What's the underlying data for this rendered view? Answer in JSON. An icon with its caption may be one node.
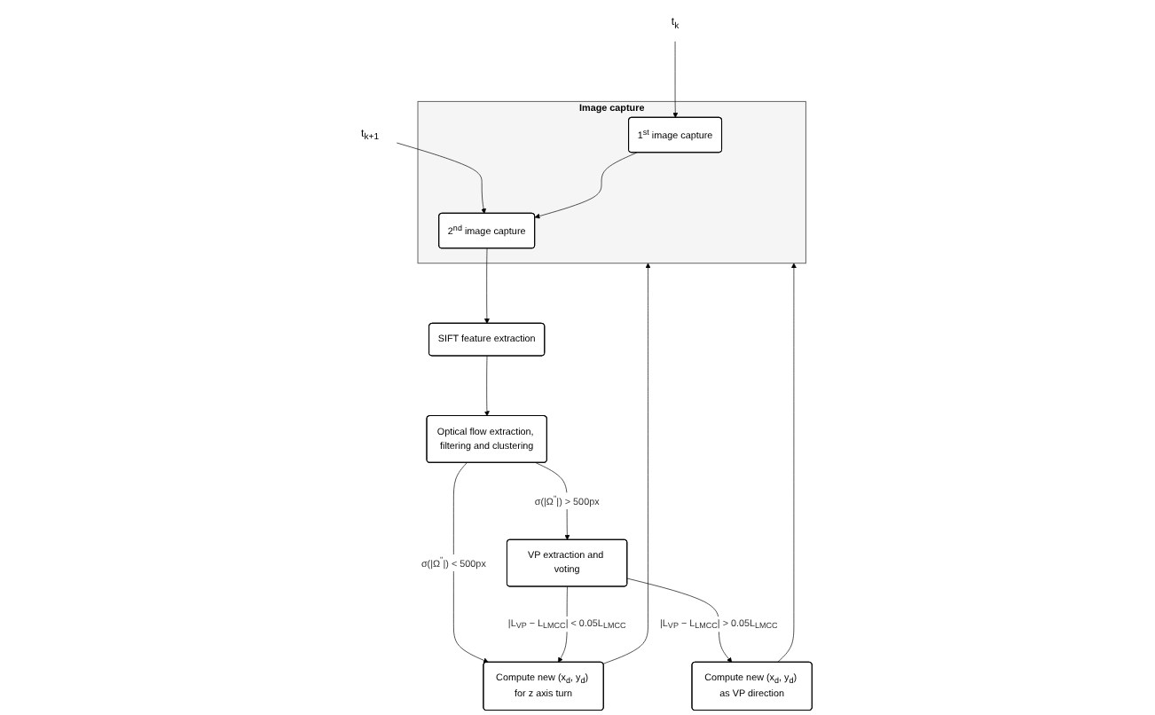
{
  "diagram": {
    "nodes": [
      {
        "text": [
          "Image capture"
        ]
      },
      {
        "text": [
          "1$^{st}$ image capture"
        ],
        "in": 0
      },
      {
        "text": [
          "2$^{nd}$ image capture"
        ],
        "in": 0
      },
      {
        "text": [
          "Compute new (x$_{d}$, y$_{d}$) for z axis turn"
        ]
      },
      {
        "text": [
          "SIFT feature extraction"
        ]
      },
      {
        "text": [
          "Optical flow extraction, filtering and clustering"
        ]
      },
      {
        "text": [
          "VP extraction and voting"
        ]
      },
      {
        "text": [
          "Compute new (x$_{d}$, y$_{d}$) as VP direction"
        ]
      },
      {
        "text": [
          "t$_{k}$"
        ]
      },
      {
        "text": [
          "t$_{k+1}$"
        ]
      }
    ],
    "edges": [
      {
        "from": 8,
        "to": 1,
        "arrow": "to"
      },
      {
        "from": 9,
        "to": 2,
        "arrow": "to"
      },
      {
        "from": 1,
        "to": 2,
        "arrow": "to"
      },
      {
        "from": 2,
        "to": 4,
        "arrow": "to"
      },
      {
        "from": 4,
        "to": 5,
        "arrow": "to"
      },
      {
        "from": 5,
        "to": 6,
        "arrow": "to",
        "label": "σ(|Ω$^{''}$|) > 500px"
      },
      {
        "from": 5,
        "to": 3,
        "arrow": "to",
        "label": "σ(|Ω$^{''}$|) < 500px"
      },
      {
        "from": 6,
        "to": 3,
        "arrow": "to",
        "label": "|L$_{VP}$ − L$_{LMCC}$| < 0.05L$_{LMCC}$"
      },
      {
        "from": 6,
        "to": 7,
        "arrow": "to",
        "label": "|L$_{VP}$ − L$_{LMCC}$| > 0.05L$_{LMCC}$"
      },
      {
        "from": 7,
        "to": 0,
        "arrow": "to"
      },
      {
        "from": 3,
        "to": 0,
        "arrow": "to"
      }
    ]
  }
}
